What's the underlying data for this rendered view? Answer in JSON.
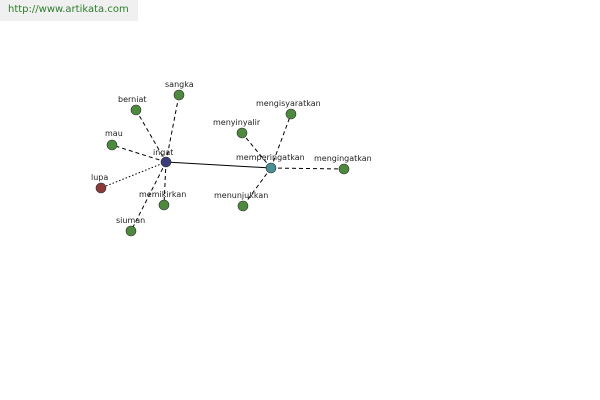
{
  "header": {
    "url": "http://www.artikata.com"
  },
  "colors": {
    "root": "#3a3d7a",
    "secondary_hub": "#4a8f96",
    "synonym": "#4d8a3e",
    "antonym": "#8a3a3a"
  },
  "graph": {
    "nodes": [
      {
        "id": "ingat",
        "label": "ingat",
        "kind": "root"
      },
      {
        "id": "memperingatkan",
        "label": "memperingatkan",
        "kind": "secondary_hub"
      },
      {
        "id": "sangka",
        "label": "sangka",
        "kind": "synonym"
      },
      {
        "id": "berniat",
        "label": "berniat",
        "kind": "synonym"
      },
      {
        "id": "mau",
        "label": "mau",
        "kind": "synonym"
      },
      {
        "id": "lupa",
        "label": "lupa",
        "kind": "antonym"
      },
      {
        "id": "memikirkan",
        "label": "memikirkan",
        "kind": "synonym"
      },
      {
        "id": "siuman",
        "label": "siuman",
        "kind": "synonym"
      },
      {
        "id": "mengisyaratkan",
        "label": "mengisyaratkan",
        "kind": "synonym"
      },
      {
        "id": "menyinyalir",
        "label": "menyinyalir",
        "kind": "synonym"
      },
      {
        "id": "mengingatkan",
        "label": "mengingatkan",
        "kind": "synonym"
      },
      {
        "id": "menunjukkan",
        "label": "menunjukkan",
        "kind": "synonym"
      }
    ],
    "edges": [
      {
        "from": "ingat",
        "to": "memperingatkan",
        "style": "solid"
      },
      {
        "from": "ingat",
        "to": "sangka",
        "style": "dashed"
      },
      {
        "from": "ingat",
        "to": "berniat",
        "style": "dashed"
      },
      {
        "from": "ingat",
        "to": "mau",
        "style": "dashed"
      },
      {
        "from": "ingat",
        "to": "lupa",
        "style": "dotted"
      },
      {
        "from": "ingat",
        "to": "memikirkan",
        "style": "dashed"
      },
      {
        "from": "ingat",
        "to": "siuman",
        "style": "dashed"
      },
      {
        "from": "memperingatkan",
        "to": "mengisyaratkan",
        "style": "dashed"
      },
      {
        "from": "memperingatkan",
        "to": "menyinyalir",
        "style": "dashed"
      },
      {
        "from": "memperingatkan",
        "to": "mengingatkan",
        "style": "dashed"
      },
      {
        "from": "memperingatkan",
        "to": "menunjukkan",
        "style": "dashed"
      }
    ]
  }
}
